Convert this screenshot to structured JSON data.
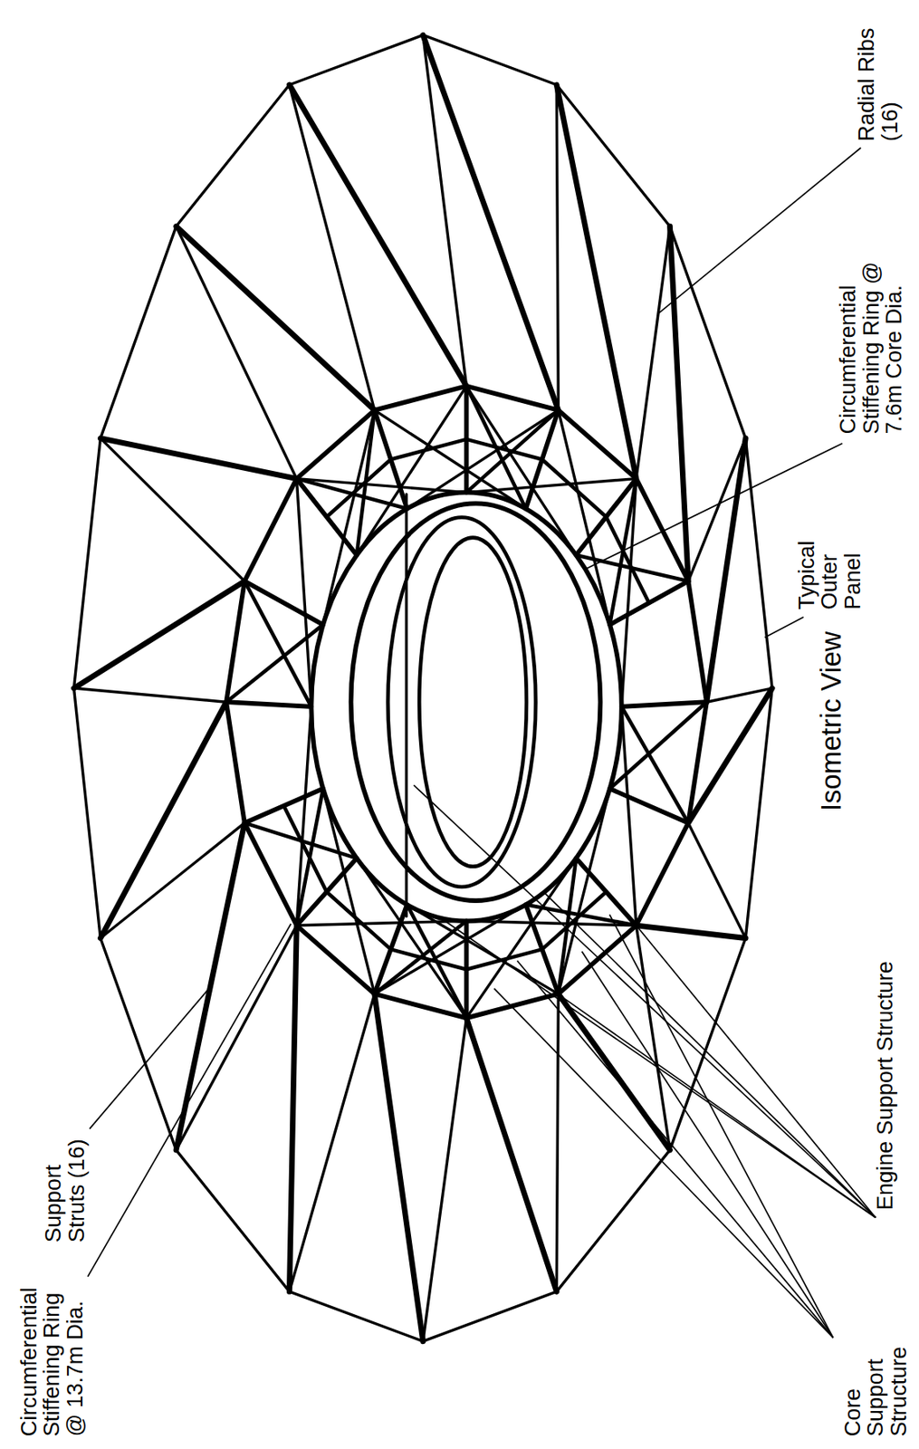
{
  "diagram": {
    "title": "Isometric View",
    "labels": [
      "Radial Ribs (16)",
      "Circumferential Stiffening Ring @ 7.6m Core Dia.",
      "Typical Outer Panel",
      "Engine Support Structure",
      "Core Support Structure",
      "Circumferential Stiffening Ring @ 13.7m Dia.",
      "Support Struts (16)"
    ]
  }
}
